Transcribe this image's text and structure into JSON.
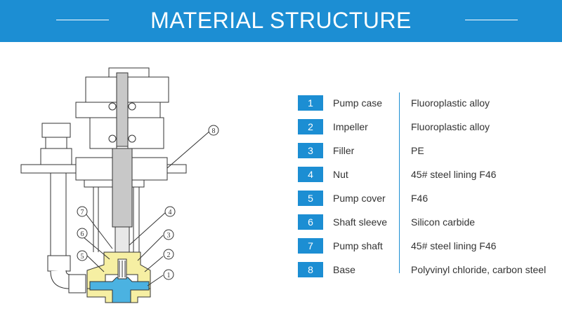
{
  "header": {
    "title": "MATERIAL STRUCTURE"
  },
  "colors": {
    "accent": "#1c8ed3",
    "pump_blue": "#4bb2e1",
    "cover_yellow": "#f6efa3"
  },
  "diagram": {
    "callouts": [
      "1",
      "2",
      "3",
      "4",
      "5",
      "6",
      "7",
      "8"
    ]
  },
  "materials": [
    {
      "num": "1",
      "part": "Pump case",
      "material": "Fluoroplastic alloy"
    },
    {
      "num": "2",
      "part": "Impeller",
      "material": "Fluoroplastic alloy"
    },
    {
      "num": "3",
      "part": "Filler",
      "material": "PE"
    },
    {
      "num": "4",
      "part": "Nut",
      "material": "45# steel lining F46"
    },
    {
      "num": "5",
      "part": "Pump cover",
      "material": "F46"
    },
    {
      "num": "6",
      "part": "Shaft sleeve",
      "material": "Silicon carbide"
    },
    {
      "num": "7",
      "part": "Pump shaft",
      "material": "45# steel lining F46"
    },
    {
      "num": "8",
      "part": "Base",
      "material": "Polyvinyl chloride, carbon steel"
    }
  ]
}
